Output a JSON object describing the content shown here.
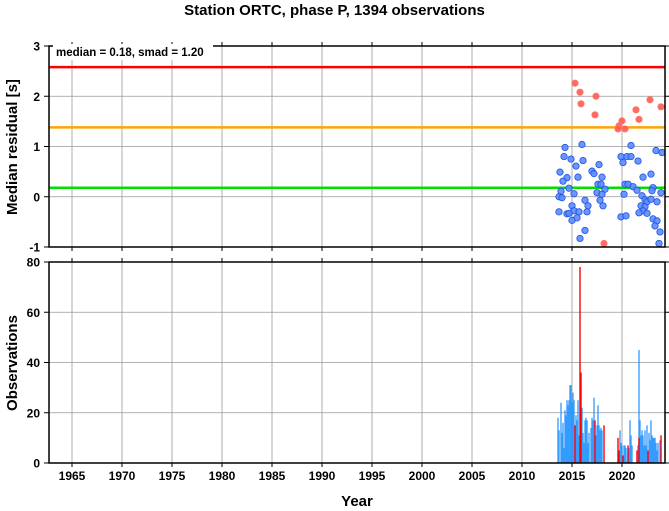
{
  "chart_data": [
    {
      "type": "scatter",
      "title": "Station ORTC, phase P, 1394 observations",
      "xlabel": "",
      "ylabel": "Median residual [s]",
      "xlim": [
        1962.7,
        2024.3
      ],
      "ylim": [
        -1,
        3
      ],
      "yticks": [
        "-1",
        "0",
        "1",
        "2",
        "3"
      ],
      "grid": true,
      "annotation": "median = 0.18, smad = 1.20",
      "reference_lines": [
        {
          "name": "median",
          "value": 0.18,
          "color": "#00e000"
        },
        {
          "name": "median+1smad",
          "value": 1.38,
          "color": "#ffa500"
        },
        {
          "name": "median+2smad",
          "value": 2.58,
          "color": "#ff0000"
        }
      ],
      "series": [
        {
          "name": "outliers",
          "color": "#ff5a50",
          "points": [
            [
              2015.3,
              2.26
            ],
            [
              2015.8,
              2.08
            ],
            [
              2015.9,
              1.85
            ],
            [
              2017.4,
              2.0
            ],
            [
              2017.3,
              1.63
            ],
            [
              2018.2,
              -0.93
            ],
            [
              2020.0,
              1.51
            ],
            [
              2019.7,
              1.41
            ],
            [
              2019.6,
              1.35
            ],
            [
              2020.3,
              1.35
            ],
            [
              2021.4,
              1.73
            ],
            [
              2021.7,
              1.54
            ],
            [
              2022.8,
              1.93
            ],
            [
              2023.9,
              1.79
            ]
          ]
        },
        {
          "name": "residuals",
          "color": "#5a8cff",
          "points": [
            [
              2014.3,
              0.98
            ],
            [
              2014.2,
              0.8
            ],
            [
              2014.9,
              0.75
            ],
            [
              2015.4,
              0.61
            ],
            [
              2016.0,
              1.04
            ],
            [
              2016.1,
              0.72
            ],
            [
              2017.7,
              0.64
            ],
            [
              2013.8,
              0.49
            ],
            [
              2014.5,
              0.38
            ],
            [
              2014.1,
              0.31
            ],
            [
              2015.6,
              0.39
            ],
            [
              2017.0,
              0.51
            ],
            [
              2017.2,
              0.46
            ],
            [
              2018.0,
              0.39
            ],
            [
              2017.6,
              0.25
            ],
            [
              2017.9,
              0.25
            ],
            [
              2018.3,
              0.15
            ],
            [
              2014.7,
              0.17
            ],
            [
              2015.2,
              0.06
            ],
            [
              2013.9,
              0.11
            ],
            [
              2013.7,
              0.0
            ],
            [
              2014.0,
              -0.02
            ],
            [
              2016.3,
              -0.07
            ],
            [
              2016.6,
              -0.18
            ],
            [
              2017.5,
              0.08
            ],
            [
              2018.0,
              0.05
            ],
            [
              2017.8,
              -0.07
            ],
            [
              2018.1,
              -0.18
            ],
            [
              2013.7,
              -0.3
            ],
            [
              2014.5,
              -0.34
            ],
            [
              2015.0,
              -0.18
            ],
            [
              2015.2,
              -0.28
            ],
            [
              2014.7,
              -0.33
            ],
            [
              2015.7,
              -0.3
            ],
            [
              2016.5,
              -0.3
            ],
            [
              2015.5,
              -0.42
            ],
            [
              2015.0,
              -0.47
            ],
            [
              2016.3,
              -0.67
            ],
            [
              2015.8,
              -0.83
            ],
            [
              2019.9,
              0.8
            ],
            [
              2020.5,
              0.8
            ],
            [
              2020.9,
              0.8
            ],
            [
              2020.1,
              0.68
            ],
            [
              2020.9,
              1.02
            ],
            [
              2021.6,
              0.71
            ],
            [
              2022.1,
              0.39
            ],
            [
              2022.9,
              0.45
            ],
            [
              2023.4,
              0.92
            ],
            [
              2024.0,
              0.88
            ],
            [
              2020.3,
              0.25
            ],
            [
              2020.6,
              0.25
            ],
            [
              2021.1,
              0.2
            ],
            [
              2021.5,
              0.13
            ],
            [
              2020.2,
              0.05
            ],
            [
              2022.0,
              0.02
            ],
            [
              2022.3,
              -0.06
            ],
            [
              2022.5,
              -0.1
            ],
            [
              2023.1,
              0.18
            ],
            [
              2023.0,
              0.12
            ],
            [
              2023.9,
              0.08
            ],
            [
              2022.9,
              -0.05
            ],
            [
              2023.5,
              -0.1
            ],
            [
              2021.9,
              -0.18
            ],
            [
              2022.3,
              -0.2
            ],
            [
              2022.1,
              -0.28
            ],
            [
              2021.7,
              -0.32
            ],
            [
              2022.5,
              -0.33
            ],
            [
              2019.9,
              -0.4
            ],
            [
              2020.4,
              -0.38
            ],
            [
              2023.1,
              -0.44
            ],
            [
              2023.5,
              -0.48
            ],
            [
              2023.3,
              -0.58
            ],
            [
              2023.8,
              -0.7
            ],
            [
              2023.7,
              -0.93
            ]
          ]
        }
      ]
    },
    {
      "type": "bar",
      "xlabel": "Year",
      "ylabel": "Observations",
      "xlim": [
        1962.7,
        2024.3
      ],
      "ylim": [
        0,
        80
      ],
      "xticks": [
        "1965",
        "1970",
        "1975",
        "1980",
        "1985",
        "1990",
        "1995",
        "2000",
        "2005",
        "2010",
        "2015",
        "2020"
      ],
      "yticks": [
        "0",
        "20",
        "40",
        "60",
        "80"
      ],
      "grid": true,
      "series": [
        {
          "name": "normal",
          "color": "#1e90ff",
          "x": [
            2013.6,
            2013.7,
            2013.9,
            2014.0,
            2014.1,
            2014.2,
            2014.3,
            2014.4,
            2014.5,
            2014.6,
            2014.7,
            2014.8,
            2014.9,
            2015.0,
            2015.1,
            2015.2,
            2015.4,
            2015.5,
            2015.6,
            2015.7,
            2016.0,
            2016.1,
            2016.2,
            2016.3,
            2016.4,
            2016.5,
            2016.6,
            2016.7,
            2016.9,
            2017.0,
            2017.1,
            2017.2,
            2017.4,
            2017.5,
            2017.6,
            2017.7,
            2017.8,
            2017.9,
            2018.0,
            2019.8,
            2019.9,
            2020.0,
            2020.2,
            2020.3,
            2020.4,
            2020.6,
            2020.7,
            2020.8,
            2020.9,
            2021.0,
            2021.6,
            2021.7,
            2021.8,
            2021.9,
            2022.0,
            2022.1,
            2022.2,
            2022.3,
            2022.4,
            2022.5,
            2022.7,
            2022.8,
            2022.9,
            2023.0,
            2023.1,
            2023.2,
            2023.3,
            2023.4,
            2023.5,
            2023.6,
            2023.8
          ],
          "values": [
            18,
            13,
            24,
            12,
            16,
            6,
            21,
            19,
            25,
            23,
            25,
            31,
            31,
            24,
            28,
            25,
            19,
            17,
            25,
            11,
            22,
            12,
            8,
            17,
            18,
            17,
            8,
            12,
            14,
            18,
            17,
            26,
            11,
            15,
            23,
            15,
            13,
            14,
            13,
            13,
            8,
            7,
            7,
            7,
            6,
            5,
            6,
            17,
            11,
            7,
            7,
            45,
            17,
            11,
            13,
            11,
            7,
            13,
            7,
            15,
            12,
            9,
            17,
            11,
            10,
            10,
            10,
            8,
            5,
            8,
            9
          ]
        },
        {
          "name": "outlier",
          "color": "#ff0000",
          "x": [
            2015.3,
            2015.8,
            2015.9,
            2017.3,
            2018.2,
            2019.6,
            2019.7,
            2020.1,
            2020.6,
            2021.5,
            2021.7,
            2022.6,
            2023.9
          ],
          "values": [
            15,
            78,
            36,
            17,
            15,
            10,
            5,
            3,
            7,
            5,
            10,
            5,
            11
          ]
        }
      ]
    }
  ]
}
